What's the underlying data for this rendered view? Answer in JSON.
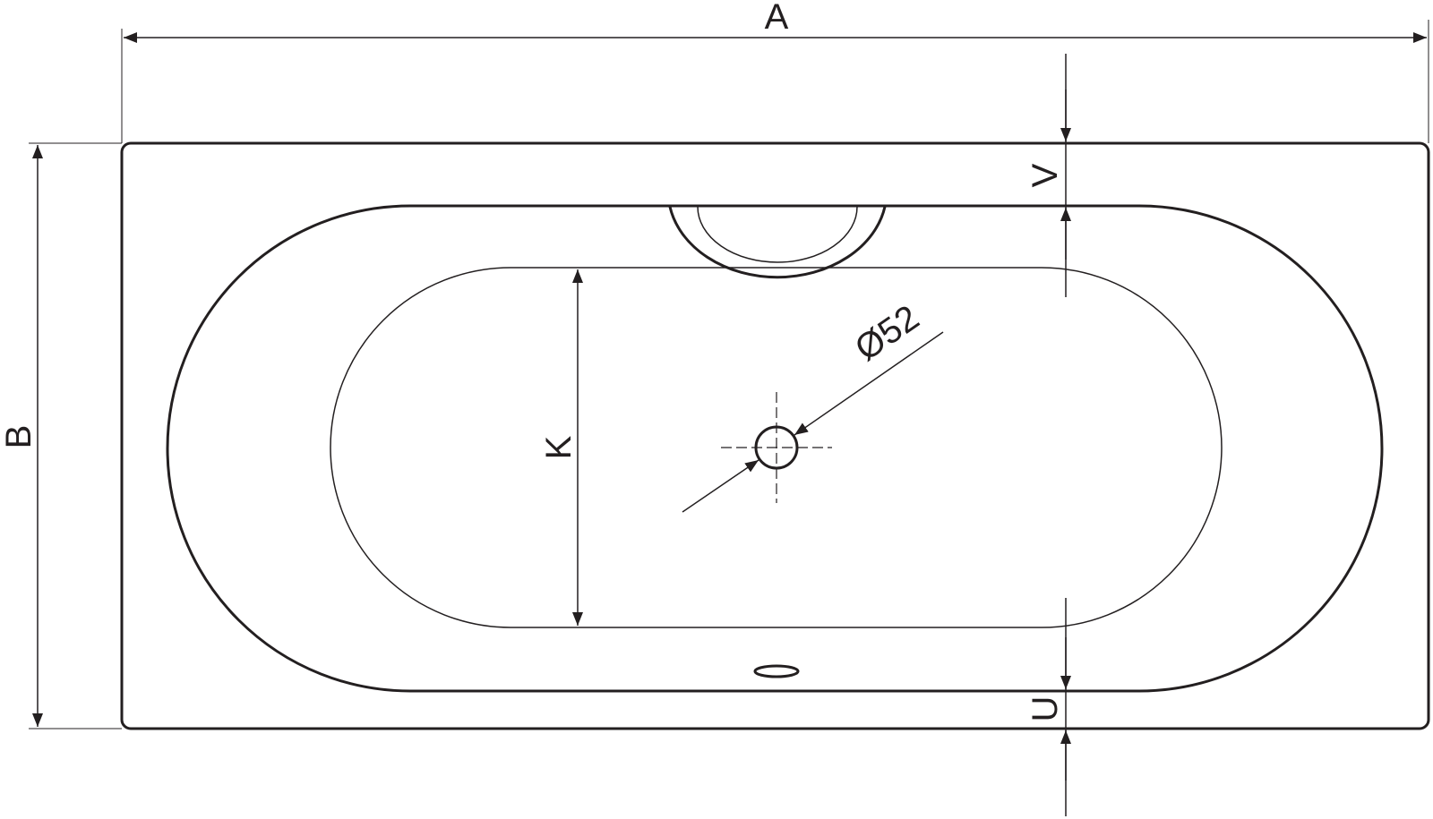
{
  "labels": {
    "a": "A",
    "b": "B",
    "k": "K",
    "v": "V",
    "u": "U",
    "drain": "Ø52"
  },
  "colors": {
    "line": "#231f20",
    "background": "#ffffff"
  }
}
